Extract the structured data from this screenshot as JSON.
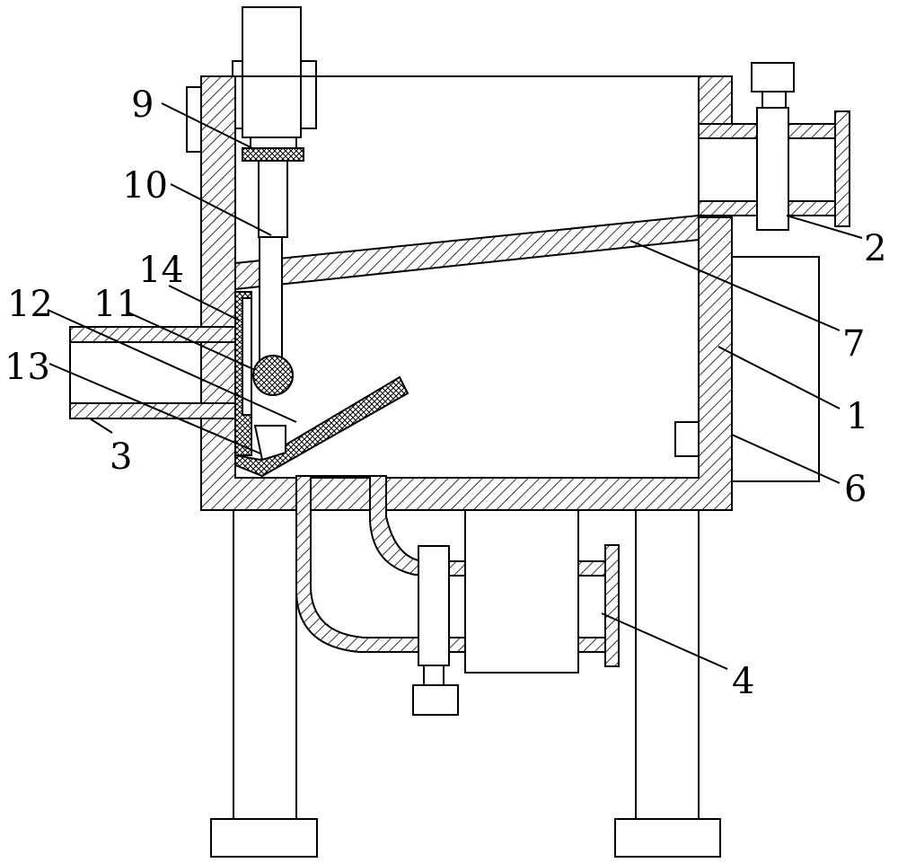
{
  "figure": {
    "labels": [
      {
        "id": "1",
        "text": "1"
      },
      {
        "id": "2",
        "text": "2"
      },
      {
        "id": "3",
        "text": "3"
      },
      {
        "id": "4",
        "text": "4"
      },
      {
        "id": "6",
        "text": "6"
      },
      {
        "id": "7",
        "text": "7"
      },
      {
        "id": "9",
        "text": "9"
      },
      {
        "id": "10",
        "text": "10"
      },
      {
        "id": "11",
        "text": "11"
      },
      {
        "id": "12",
        "text": "12"
      },
      {
        "id": "13",
        "text": "13"
      },
      {
        "id": "14",
        "text": "14"
      }
    ]
  }
}
